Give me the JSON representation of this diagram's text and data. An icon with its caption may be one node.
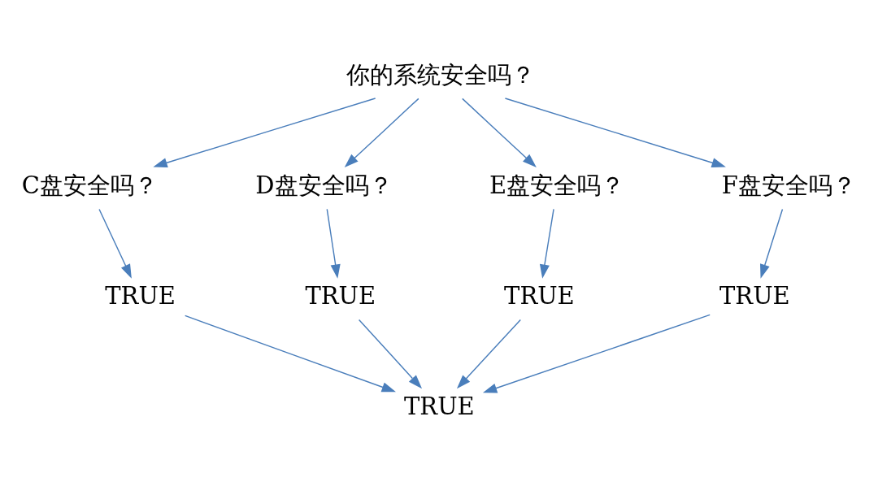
{
  "diagram": {
    "nodes": [
      {
        "text": [
          "你的系统安全吗？"
        ]
      },
      {
        "text": [
          "C盘安全吗？"
        ]
      },
      {
        "text": [
          "D盘安全吗？"
        ]
      },
      {
        "text": [
          "E盘安全吗？"
        ]
      },
      {
        "text": [
          "F盘安全吗？"
        ]
      },
      {
        "text": [
          "TRUE"
        ]
      },
      {
        "text": [
          "TRUE"
        ]
      },
      {
        "text": [
          "TRUE"
        ]
      },
      {
        "text": [
          "TRUE"
        ]
      },
      {
        "text": [
          "TRUE"
        ]
      }
    ],
    "edges": [
      {
        "from": 0,
        "to": 1,
        "arrow": "to"
      },
      {
        "from": 0,
        "to": 2,
        "arrow": "to"
      },
      {
        "from": 0,
        "to": 3,
        "arrow": "to"
      },
      {
        "from": 0,
        "to": 4,
        "arrow": "to"
      },
      {
        "from": 1,
        "to": 5,
        "arrow": "to"
      },
      {
        "from": 2,
        "to": 6,
        "arrow": "to"
      },
      {
        "from": 3,
        "to": 7,
        "arrow": "to"
      },
      {
        "from": 4,
        "to": 8,
        "arrow": "to"
      },
      {
        "from": 5,
        "to": 9,
        "arrow": "to"
      },
      {
        "from": 6,
        "to": 9,
        "arrow": "to"
      },
      {
        "from": 7,
        "to": 9,
        "arrow": "to"
      },
      {
        "from": 8,
        "to": 9,
        "arrow": "to"
      }
    ]
  }
}
